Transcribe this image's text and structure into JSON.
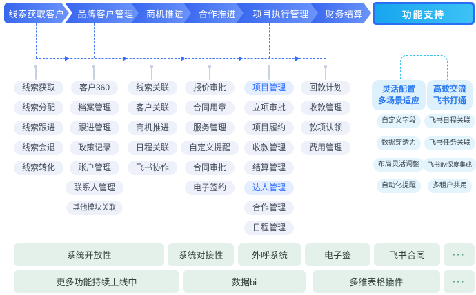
{
  "colors": {
    "accent_blue": "#3370FF",
    "stage_gradient_from": "#3765EE",
    "stage_gradient_to": "#6C95FB",
    "support_border": "#2B6EF3",
    "support_fill": "#29B4F2",
    "cyan_line": "#35C0F2",
    "pill_bg": "#EEF1F9",
    "pill_highlight_bg": "#E4EEFE",
    "cyan_pill_bg": "#E3F4FC",
    "green_box_bg": "#E3F1EA",
    "green_dots": "#579A7F"
  },
  "flow": {
    "stages": [
      "线索获取客户",
      "品牌客户管理",
      "商机推进",
      "合作推进",
      "项目执行管理",
      "财务结算"
    ],
    "columns": [
      {
        "items": [
          "线索获取",
          "线索分配",
          "线索跟进",
          "线索会退",
          "线索转化"
        ]
      },
      {
        "items": [
          "客户360",
          "档案管理",
          "跟进管理",
          "政策记录",
          "账户管理",
          "联系人管理",
          "其他模块关联"
        ]
      },
      {
        "items": [
          "线索关联",
          "客户关联",
          "商机推进",
          "日程关联",
          "飞书协作"
        ]
      },
      {
        "items": [
          "报价审批",
          "合同用章",
          "服务管理",
          "自定义提醒",
          "合同审批",
          "电子签约"
        ]
      },
      {
        "items": [
          "项目管理",
          "立项审批",
          "项目履约",
          "收款管理",
          "结算管理",
          "达人管理",
          "合作管理",
          "日程管理"
        ]
      },
      {
        "items": [
          "回款计划",
          "收款管理",
          "款项认领",
          "费用管理"
        ]
      }
    ]
  },
  "support": {
    "title": "功能支持",
    "groups": [
      {
        "title_line1": "灵活配置",
        "title_line2": "多场景适应",
        "items": [
          "自定义字段",
          "数据穿透力",
          "布局灵活调整",
          "自动化提醒"
        ]
      },
      {
        "title_line1": "高效交流",
        "title_line2": "飞书打通",
        "items": [
          "飞书日程关联",
          "飞书任务关联",
          "飞书IM深度集成",
          "多租户共用"
        ]
      }
    ]
  },
  "bottom": {
    "rows": [
      {
        "items": [
          "系统开放性",
          "系统对接性",
          "外呼系统",
          "电子签",
          "飞书合同",
          "···"
        ]
      },
      {
        "items": [
          "更多功能持续上线中",
          "数据bi",
          "多维表格插件",
          "···"
        ]
      }
    ]
  }
}
